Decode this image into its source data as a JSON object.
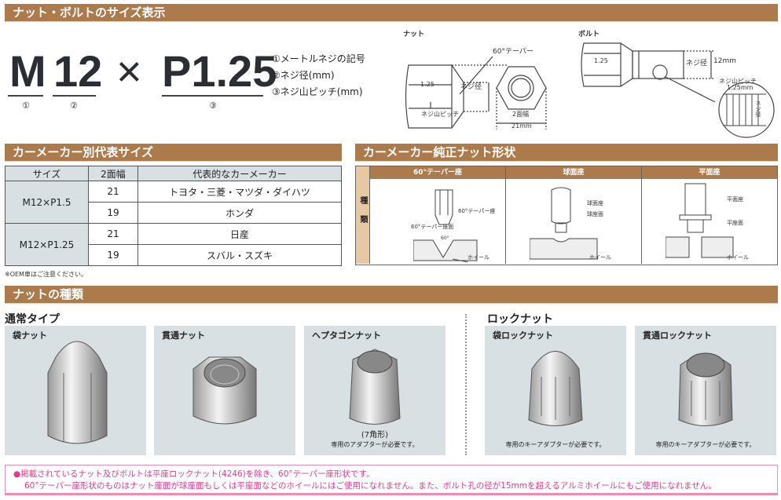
{
  "sections": {
    "size_display": "ナット・ボルトのサイズ表示",
    "maker_sizes": "カーメーカー別代表サイズ",
    "genuine_shapes": "カーメーカー純正ナット形状",
    "nut_types": "ナットの種類"
  },
  "size_notation": {
    "m": "M",
    "diameter": "12",
    "times": "×",
    "pitch": "P1.25",
    "marks": [
      "①",
      "②",
      "③"
    ],
    "legend": [
      "①メートルネジの記号",
      "②ネジ径(mm)",
      "③ネジ山ピッチ(mm)"
    ]
  },
  "nut_diagram": {
    "title": "ナット",
    "taper": "60°テーパー",
    "pitch_value": "1.25",
    "thread_dia": "ネジ径",
    "pitch_label": "ネジ山ピッチ",
    "width_label": "2面幅",
    "width_value": "21mm"
  },
  "bolt_diagram": {
    "title": "ボルト",
    "pitch_value": "1.25",
    "thread_dia": "ネジ径",
    "dia_value": "12mm",
    "pitch_label": "ネジ山ピッチ",
    "pitch_mm": "1.25mm",
    "side_label": "ネジ径"
  },
  "size_table": {
    "headers": [
      "サイズ",
      "2面幅",
      "代表的なカーメーカー"
    ],
    "groups": [
      {
        "size": "M12×P1.5",
        "rows": [
          {
            "width": "21",
            "makers": "トヨタ・三菱・マツダ・ダイハツ"
          },
          {
            "width": "19",
            "makers": "ホンダ"
          }
        ]
      },
      {
        "size": "M12×P1.25",
        "rows": [
          {
            "width": "21",
            "makers": "日産"
          },
          {
            "width": "19",
            "makers": "スバル・スズキ"
          }
        ]
      }
    ],
    "note": "※OEM車はご注意ください。"
  },
  "shape_table": {
    "side": "種類",
    "columns": [
      {
        "title": "60°テーパー座",
        "labels": [
          "60°テーパー座",
          "60°テーパー座面",
          "60°",
          "ホイール"
        ]
      },
      {
        "title": "球面座",
        "labels": [
          "球面座",
          "球座面",
          "ホイール"
        ]
      },
      {
        "title": "平面座",
        "labels": [
          "平面座",
          "平座面",
          "ホイール"
        ]
      }
    ]
  },
  "nut_types": {
    "normal_title": "通常タイプ",
    "lock_title": "ロックナット",
    "items": [
      {
        "name": "袋ナット"
      },
      {
        "name": "貫通ナット"
      },
      {
        "name": "ヘプタゴンナット",
        "sub": "(7角形)",
        "note": "専用のアダプターが必要です。"
      },
      {
        "name": "袋ロックナット",
        "note": "専用のキーアダプターが必要です。"
      },
      {
        "name": "貫通ロックナット",
        "note": "専用のキーアダプターが必要です。"
      }
    ]
  },
  "footer": {
    "line1": "●掲載されているナット及びボルトは平座ロックナット(4246)を除き、60°テーパー座形状です。",
    "line2": "60°テーパー座形状のものはナット座面が球座面もしくは平座面などのホイールにはご使用になれません。また、ボルト孔の径が15mmを超えるアルミホイールにもご使用になれません。"
  },
  "colors": {
    "header_bar": "#ad7a4c",
    "table_fill": "#d8e0e4",
    "footer_accent": "#e83a8c"
  }
}
